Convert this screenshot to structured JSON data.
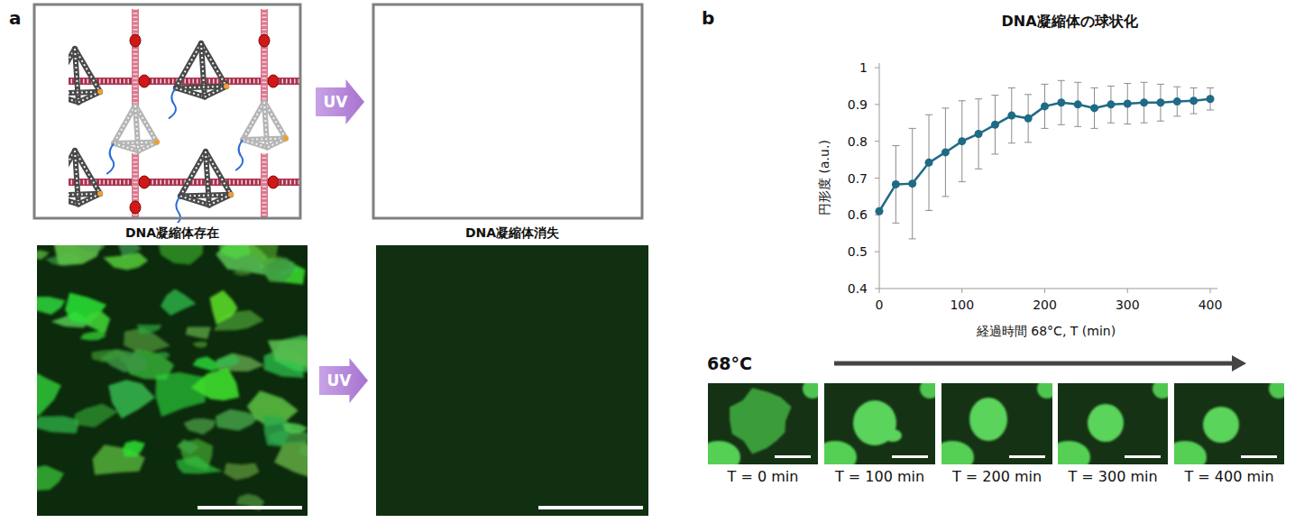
{
  "diagram": {
    "nodes": [
      {
        "text": [
          "UV"
        ]
      },
      {
        "text": [
          "DNA凝縮体存在"
        ]
      },
      {
        "text": [
          "DNA凝縮体消失"
        ]
      },
      {
        "text": [
          "UV"
        ]
      },
      {
        "text": [
          "T = 0 min"
        ]
      },
      {
        "text": [
          "T = 100 min"
        ]
      },
      {
        "text": [
          "T = 200 min"
        ]
      },
      {
        "text": [
          "T = 300 min"
        ]
      },
      {
        "text": [
          "T = 400 min"
        ]
      }
    ],
    "labels": [
      "a",
      "b",
      "DNA凝縮体の球状化",
      "1",
      "0.9",
      "0.8",
      "0.7",
      "0.6",
      "0.5",
      "0.4",
      "円形度 (a.u.)",
      "0",
      "100",
      "200",
      "300",
      "400",
      "経過時間 68°C, T (min)",
      "68°C"
    ]
  }
}
